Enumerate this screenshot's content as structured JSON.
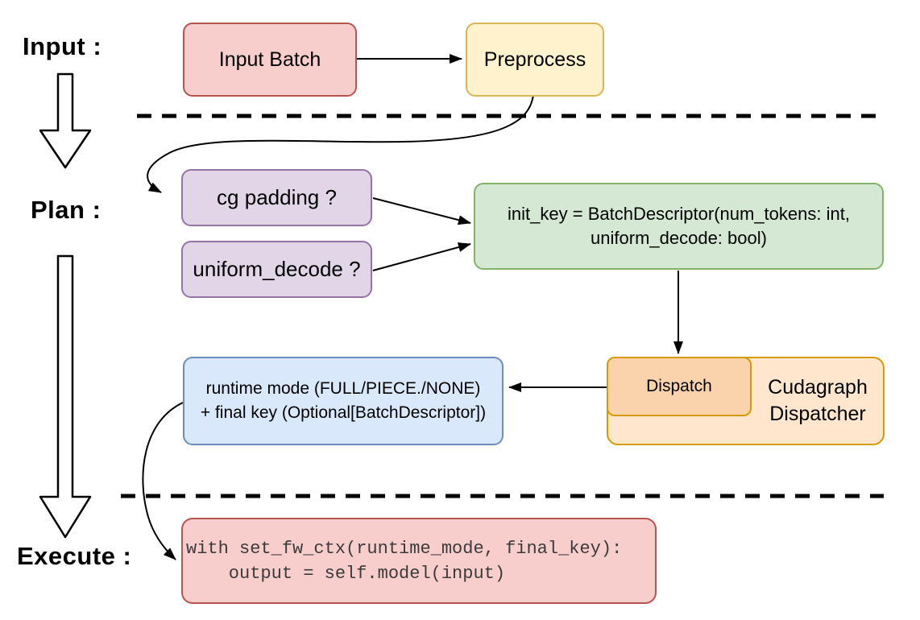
{
  "stage_labels": {
    "input": "Input :",
    "plan": "Plan :",
    "execute": "Execute :"
  },
  "nodes": {
    "input_batch": {
      "label": "Input Batch",
      "fill": "#f8cecc",
      "border": "#b85450"
    },
    "preprocess": {
      "label": "Preprocess",
      "fill": "#fff2cc",
      "border": "#d6b656"
    },
    "cg_padding": {
      "label": "cg padding ?",
      "fill": "#e1d5e7",
      "border": "#9673a6"
    },
    "uniform_decode": {
      "label": "uniform_decode ?",
      "fill": "#e1d5e7",
      "border": "#9673a6"
    },
    "init_key": {
      "line1": "init_key = BatchDescriptor(num_tokens: int,",
      "line2": "uniform_decode: bool)",
      "fill": "#d5e8d4",
      "border": "#82b366"
    },
    "dispatch": {
      "label": "Dispatch",
      "fill": "#fad2ac",
      "border": "#d79b00"
    },
    "cudagraph_dispatcher": {
      "line1": "Cudagraph",
      "line2": "Dispatcher",
      "fill": "#ffe6cc",
      "border": "#d79b00"
    },
    "runtime_mode": {
      "line1": "runtime mode (FULL/PIECE./NONE)",
      "line2": "+ final key (Optional[BatchDescriptor])",
      "fill": "#dae8fc",
      "border": "#6c8ebf"
    },
    "execute_code": {
      "line1": "with set_fw_ctx(runtime_mode, final_key):",
      "line2": "    output = self.model(input)",
      "fill": "#f8cecc",
      "border": "#b85450"
    }
  },
  "connector_color": "#000000"
}
